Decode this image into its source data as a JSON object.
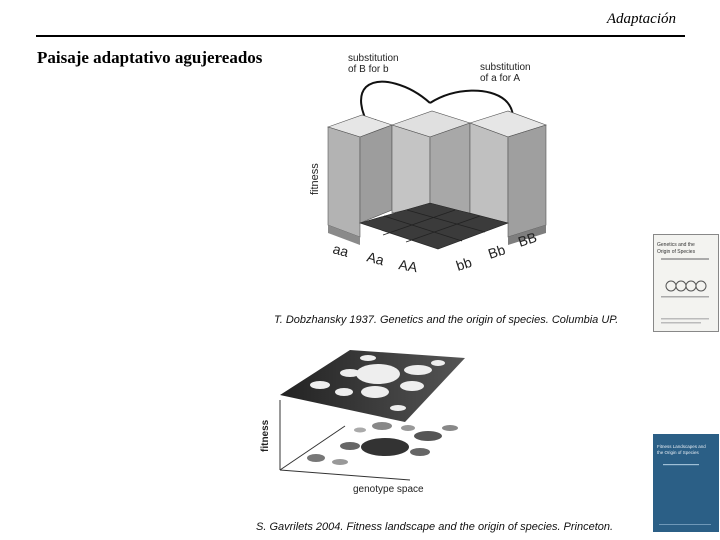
{
  "header": {
    "section": "Adaptación"
  },
  "slide": {
    "title": "Paisaje adaptativo agujereados"
  },
  "figure1": {
    "annotation_left_line1": "substitution",
    "annotation_left_line2": "of  B  for  b",
    "annotation_right_line1": "substitution",
    "annotation_right_line2": "of  a  for A",
    "axis_label": "fitness",
    "genotypes": [
      "aa",
      "Aa",
      "AA",
      "bb",
      "Bb",
      "BB"
    ],
    "caption": "T. Dobzhansky 1937. Genetics and the origin of species. Columbia UP."
  },
  "figure2": {
    "axis_label_y": "fitness",
    "axis_label_x": "genotype  space",
    "caption": "S. Gavrilets 2004. Fitness landscape and the origin of species. Princeton."
  },
  "book1": {
    "title_line1": "Genetics and the",
    "title_line2": "Origin of Species"
  },
  "book2": {
    "title_line1": "Fitness Landscapes and",
    "title_line2": "the Origin of Species"
  }
}
